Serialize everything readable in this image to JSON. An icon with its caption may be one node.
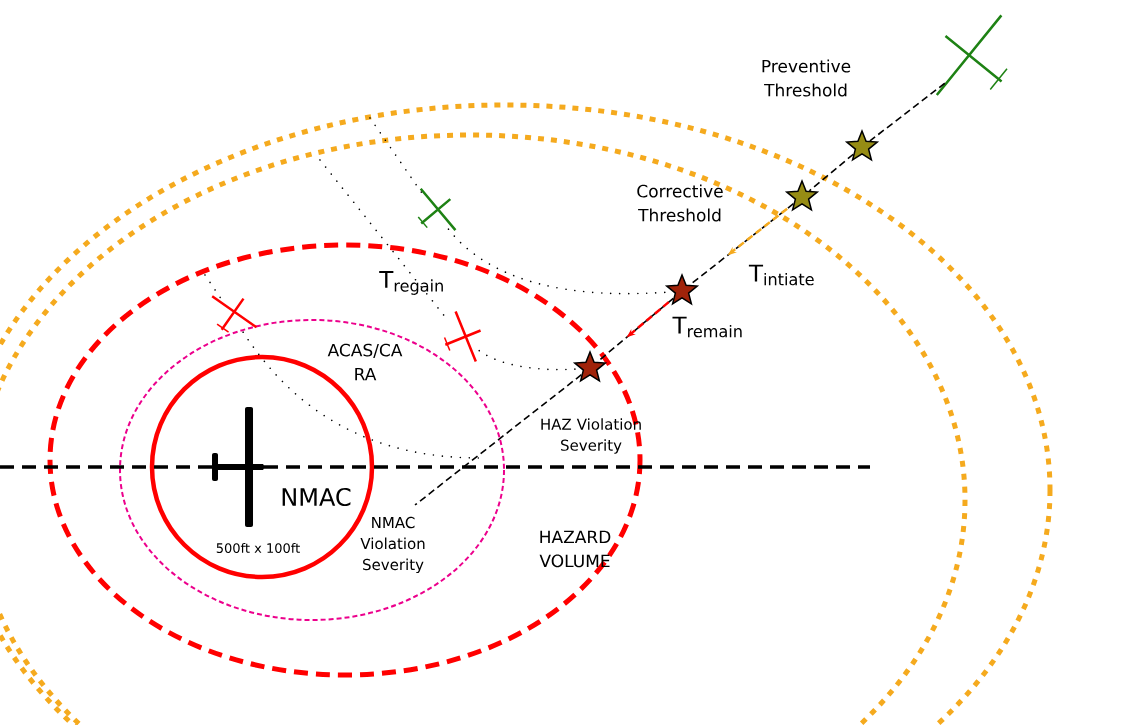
{
  "diagram": {
    "nodes": [
      {
        "text": [],
        "shape": "picture"
      },
      {
        "text": [],
        "shape": "star"
      },
      {
        "text": [],
        "shape": "star"
      },
      {
        "text": [],
        "shape": "star"
      },
      {
        "text": [],
        "shape": "star"
      },
      {
        "text": [],
        "shape": "picture"
      },
      {
        "text": [],
        "shape": "picture"
      },
      {
        "text": [],
        "shape": "picture"
      }
    ],
    "edges": [
      {
        "from": 0,
        "to": 1,
        "arrow": "none",
        "style": "dashed"
      },
      {
        "from": 1,
        "to": 2,
        "arrow": "none",
        "style": "dashed"
      },
      {
        "from": 2,
        "to": 3,
        "arrow": "none",
        "style": "dashed"
      },
      {
        "from": 3,
        "to": 4,
        "arrow": "none",
        "style": "dashed"
      },
      {
        "from": 4,
        "to": null,
        "arrow": "none",
        "style": "dashed"
      },
      {
        "from": null,
        "to": 5,
        "arrow": "none"
      },
      {
        "from": 5,
        "to": 3,
        "arrow": "none"
      },
      {
        "from": null,
        "to": 6,
        "arrow": "none"
      },
      {
        "from": 6,
        "to": 4,
        "arrow": "none"
      },
      {
        "from": null,
        "to": 7,
        "arrow": "none"
      },
      {
        "from": 7,
        "to": null,
        "arrow": "none"
      },
      {
        "from": 2,
        "to": 3,
        "arrow": "to",
        "style": "dashed",
        "color": "#f5aa1e"
      },
      {
        "from": 3,
        "to": 4,
        "arrow": "to",
        "style": "dashed",
        "color": "#ff0000"
      }
    ],
    "labels": [
      "Preventive Threshold",
      "Corrective Threshold",
      "T$_{regain}$",
      "T$_{intiate}$",
      "T$_{remain}$",
      "ACAS/CA RA",
      "HAZ Violation Severity",
      "NMAC",
      "500ft x 100ft",
      "NMAC Violation Severity",
      "HAZARD VOLUME"
    ]
  }
}
